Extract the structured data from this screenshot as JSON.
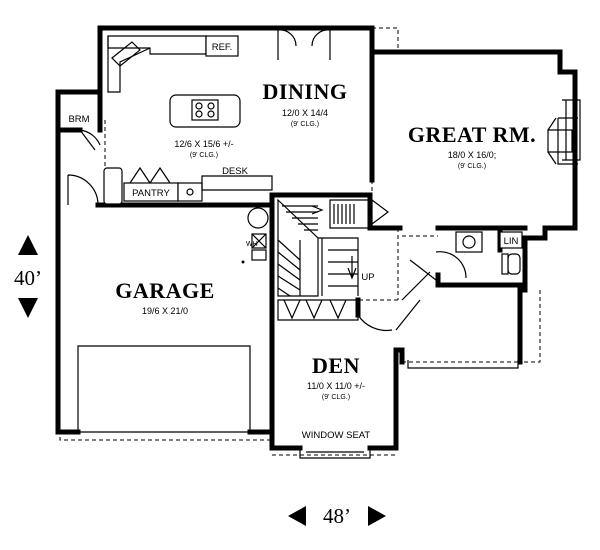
{
  "rooms": {
    "dining": {
      "name": "DINING",
      "dim": "12/0 X 14/4",
      "clg": "(9' CLG.)"
    },
    "kitchen": {
      "dim": "12/6 X 15/6 +/-",
      "clg": "(9' CLG.)"
    },
    "great": {
      "name": "GREAT RM.",
      "dim": "18/0 X 16/0;",
      "clg": "(9' CLG.)"
    },
    "garage": {
      "name": "GARAGE",
      "dim": "19/6 X 21/0"
    },
    "den": {
      "name": "DEN",
      "dim": "11/0 X 11/0 +/-",
      "clg": "(9' CLG.)"
    }
  },
  "labels": {
    "ref": "REF.",
    "brm": "BRM",
    "pantry": "PANTRY",
    "desk": "DESK",
    "lin": "LIN",
    "up": "UP",
    "window_seat": "WINDOW SEAT"
  },
  "dimensions": {
    "depth": "40’",
    "width": "48’"
  }
}
